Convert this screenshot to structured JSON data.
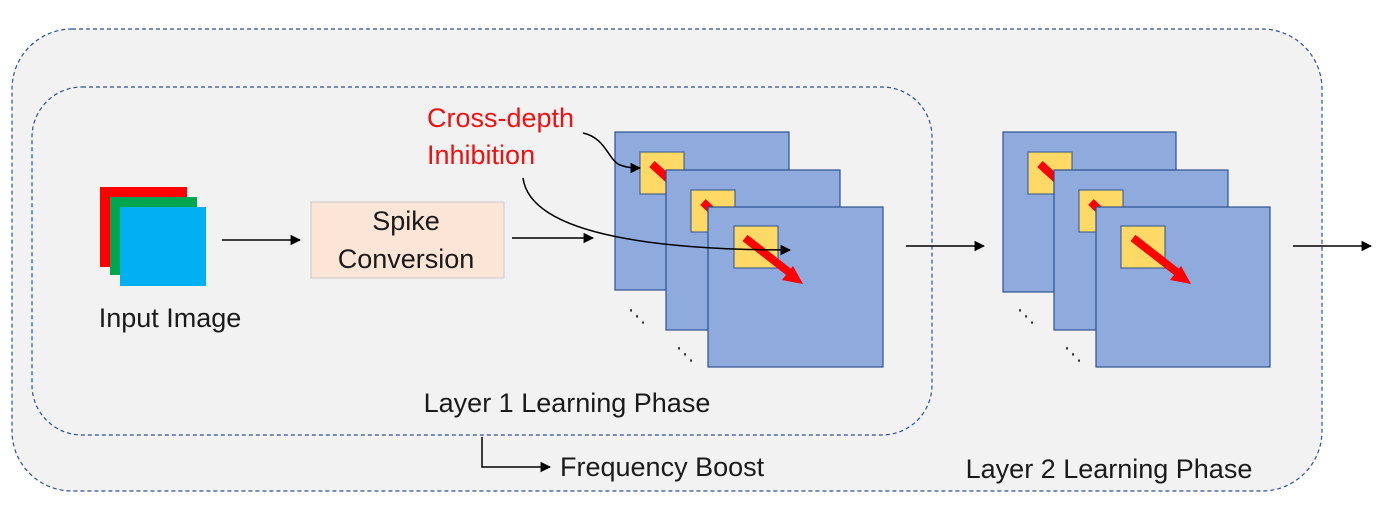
{
  "labels": {
    "input_image": "Input Image",
    "spike_line1": "Spike",
    "spike_line2": "Conversion",
    "cross_line1": "Cross-depth",
    "cross_line2": "Inhibition",
    "layer1_phase": "Layer 1 Learning Phase",
    "layer2_phase": "Layer 2 Learning Phase",
    "frequency_boost": "Frequency Boost",
    "ellipsis": "⋱"
  },
  "colors": {
    "outer_panel_fill": "#f2f2f2",
    "panel_border": "#2f4f9a",
    "input_red": "#ff0000",
    "input_green": "#00a550",
    "input_blue": "#00b0f0",
    "spike_fill": "#fbe5d6",
    "spike_border": "#c8c8c8",
    "feature_map_fill": "#8faadc",
    "feature_map_border": "#2f528f",
    "receptive_field_fill": "#ffd966",
    "weight_arrow": "#ff0000",
    "annotation": "#ee1111",
    "connector": "#000000"
  },
  "icons": {
    "input_image_stack": "rgb-channel-stack-icon",
    "feature_map_stack": "feature-map-stack-icon",
    "weight_direction": "red-diagonal-arrow-icon"
  }
}
